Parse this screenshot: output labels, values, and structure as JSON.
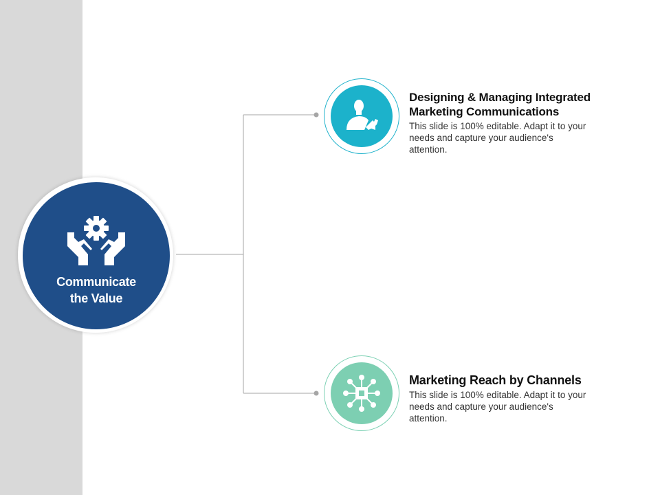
{
  "hub": {
    "label_line1": "Communicate",
    "label_line2": "the Value",
    "icon": "hands-gear-icon",
    "color": "#1f4e89"
  },
  "nodes": [
    {
      "title_line1": "Designing & Managing Integrated",
      "title_line2": "Marketing Communications",
      "description": "This slide is 100% editable. Adapt it to your needs and capture your audience's attention.",
      "icon": "person-megaphone-icon",
      "color": "#1cb2cb"
    },
    {
      "title_line1": "Marketing Reach by Channels",
      "description": "This slide is 100% editable. Adapt it to your needs and capture your audience's attention.",
      "icon": "network-hub-icon",
      "color": "#7dcfb2"
    }
  ],
  "colors": {
    "side_band": "#d9d9d9",
    "connector": "#a6a6a6"
  }
}
